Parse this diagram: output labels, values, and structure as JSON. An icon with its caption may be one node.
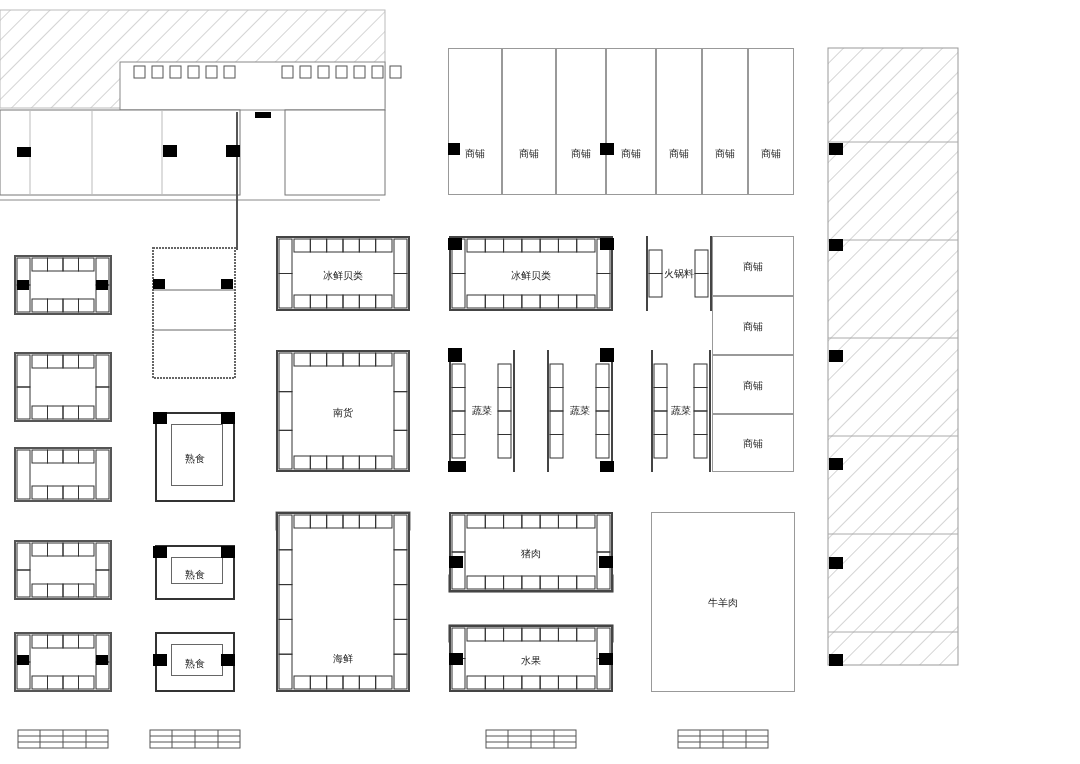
{
  "diagram": {
    "nodes": [
      {
        "text": [
          "商铺"
        ]
      },
      {
        "text": [
          "商铺"
        ]
      },
      {
        "text": [
          "商铺"
        ]
      },
      {
        "text": [
          "商铺"
        ]
      },
      {
        "text": [
          "商铺"
        ]
      },
      {
        "text": [
          "商铺"
        ]
      },
      {
        "text": [
          "商铺"
        ]
      },
      {
        "text": [
          "冰鲜贝类"
        ]
      },
      {
        "text": [
          "冰鲜贝类"
        ]
      },
      {
        "text": [
          "火锅料"
        ]
      },
      {
        "text": [
          "商铺"
        ]
      },
      {
        "text": [
          "商铺"
        ]
      },
      {
        "text": [
          "商铺"
        ]
      },
      {
        "text": [
          "商铺"
        ]
      },
      {
        "text": [
          "南货"
        ]
      },
      {
        "text": [
          "蔬菜"
        ]
      },
      {
        "text": [
          "蔬菜"
        ]
      },
      {
        "text": [
          "蔬菜"
        ]
      },
      {
        "text": [
          "熟食"
        ]
      },
      {
        "text": [
          "熟食"
        ]
      },
      {
        "text": [
          "猪肉"
        ]
      },
      {
        "text": [
          "海鲜"
        ]
      },
      {
        "text": [
          "水果"
        ]
      },
      {
        "text": [
          "熟食"
        ]
      },
      {
        "text": [
          "牛羊肉"
        ]
      },
      {
        "text": [],
        "shape": "box"
      },
      {
        "text": [],
        "shape": "box"
      },
      {
        "text": [],
        "shape": "box"
      },
      {
        "text": [],
        "shape": "box"
      },
      {
        "text": [],
        "shape": "box"
      }
    ]
  }
}
